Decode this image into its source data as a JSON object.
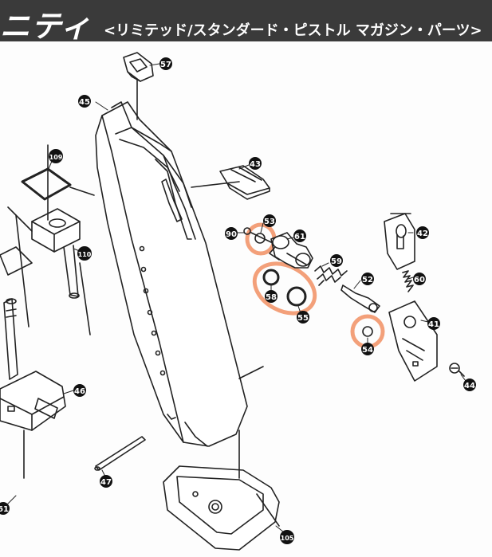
{
  "header": {
    "title": "ニティ",
    "subtitle": "<リミテッド/スタンダード・ピストル マガジン・パーツ>"
  },
  "colors": {
    "header_bg": "#3a3a3a",
    "highlight": "#f3a07a",
    "line": "#222222"
  },
  "parts": [
    {
      "id": "57",
      "label": "57"
    },
    {
      "id": "45",
      "label": "45"
    },
    {
      "id": "109",
      "label": "109"
    },
    {
      "id": "110",
      "label": "110"
    },
    {
      "id": "43",
      "label": "43"
    },
    {
      "id": "53",
      "label": "53"
    },
    {
      "id": "90",
      "label": "90"
    },
    {
      "id": "61",
      "label": "61"
    },
    {
      "id": "42",
      "label": "42"
    },
    {
      "id": "59",
      "label": "59"
    },
    {
      "id": "52",
      "label": "52"
    },
    {
      "id": "60",
      "label": "60"
    },
    {
      "id": "58",
      "label": "58"
    },
    {
      "id": "55",
      "label": "55"
    },
    {
      "id": "41",
      "label": "41"
    },
    {
      "id": "54",
      "label": "54"
    },
    {
      "id": "44",
      "label": "44"
    },
    {
      "id": "46",
      "label": "46"
    },
    {
      "id": "47",
      "label": "47"
    },
    {
      "id": "105",
      "label": "105"
    },
    {
      "id": "61b",
      "label": "61"
    }
  ]
}
